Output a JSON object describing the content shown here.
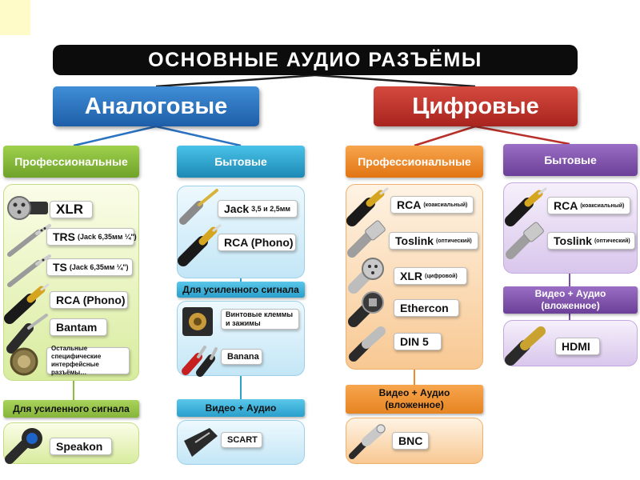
{
  "title": "ОСНОВНЫЕ АУДИО РАЗЪЁМЫ",
  "colors": {
    "analog": "#2a72c2",
    "digital": "#b8302a",
    "professional_green": "#8cbe3d",
    "household_blue": "#2ba3cc",
    "professional_orange": "#f08a2a",
    "household_purple": "#7a4fa6"
  },
  "analog": {
    "title": "Аналоговые",
    "professional": {
      "header": "Профессиональные",
      "items": [
        {
          "name": "XLR",
          "note": "",
          "icon": "xlr-connector-icon"
        },
        {
          "name": "TRS",
          "note": "(Jack 6,35мм ¼\")",
          "icon": "trs-jack-icon"
        },
        {
          "name": "TS",
          "note": "(Jack 6,35мм ¼\")",
          "icon": "ts-jack-icon"
        },
        {
          "name": "RCA (Phono)",
          "note": "",
          "icon": "rca-plug-icon"
        },
        {
          "name": "Bantam",
          "note": "",
          "icon": "bantam-plug-icon"
        },
        {
          "name": "Остальные специфические интерфейсные разъёмы…",
          "note": "",
          "icon": "circular-connector-icon"
        }
      ],
      "amplified_header": "Для усиленного сигнала",
      "amplified_items": [
        {
          "name": "Speakon",
          "icon": "speakon-connector-icon"
        }
      ]
    },
    "household": {
      "header": "Бытовые",
      "items": [
        {
          "name": "Jack",
          "note": "3,5 и 2,5мм",
          "icon": "mini-jack-icon"
        },
        {
          "name": "RCA (Phono)",
          "note": "",
          "icon": "rca-plug-icon"
        }
      ],
      "amplified_header": "Для усиленного сигнала",
      "amplified_items": [
        {
          "name": "Винтовые клеммы и зажимы",
          "icon": "screw-terminal-icon"
        },
        {
          "name": "Banana",
          "icon": "banana-plug-icon"
        }
      ],
      "video_header": "Видео + Аудио",
      "video_items": [
        {
          "name": "SCART",
          "icon": "scart-connector-icon"
        }
      ]
    }
  },
  "digital": {
    "title": "Цифровые",
    "professional": {
      "header": "Профессиональные",
      "items": [
        {
          "name": "RCA",
          "note": "(коаксиальный)",
          "icon": "rca-plug-icon"
        },
        {
          "name": "Toslink",
          "note": "(оптический)",
          "icon": "toslink-plug-icon"
        },
        {
          "name": "XLR",
          "note": "(цифровой)",
          "icon": "xlr-connector-icon"
        },
        {
          "name": "Ethercon",
          "note": "",
          "icon": "ethercon-connector-icon"
        },
        {
          "name": "DIN 5",
          "note": "",
          "icon": "din-connector-icon"
        }
      ],
      "video_header": "Видео + Аудио (вложенное)",
      "video_items": [
        {
          "name": "BNC",
          "icon": "bnc-connector-icon"
        }
      ]
    },
    "household": {
      "header": "Бытовые",
      "items": [
        {
          "name": "RCA",
          "note": "(коаксиальный)",
          "icon": "rca-plug-icon"
        },
        {
          "name": "Toslink",
          "note": "(оптический)",
          "icon": "toslink-plug-icon"
        }
      ],
      "video_header": "Видео + Аудио (вложенное)",
      "video_items": [
        {
          "name": "HDMI",
          "icon": "hdmi-connector-icon"
        }
      ]
    }
  }
}
